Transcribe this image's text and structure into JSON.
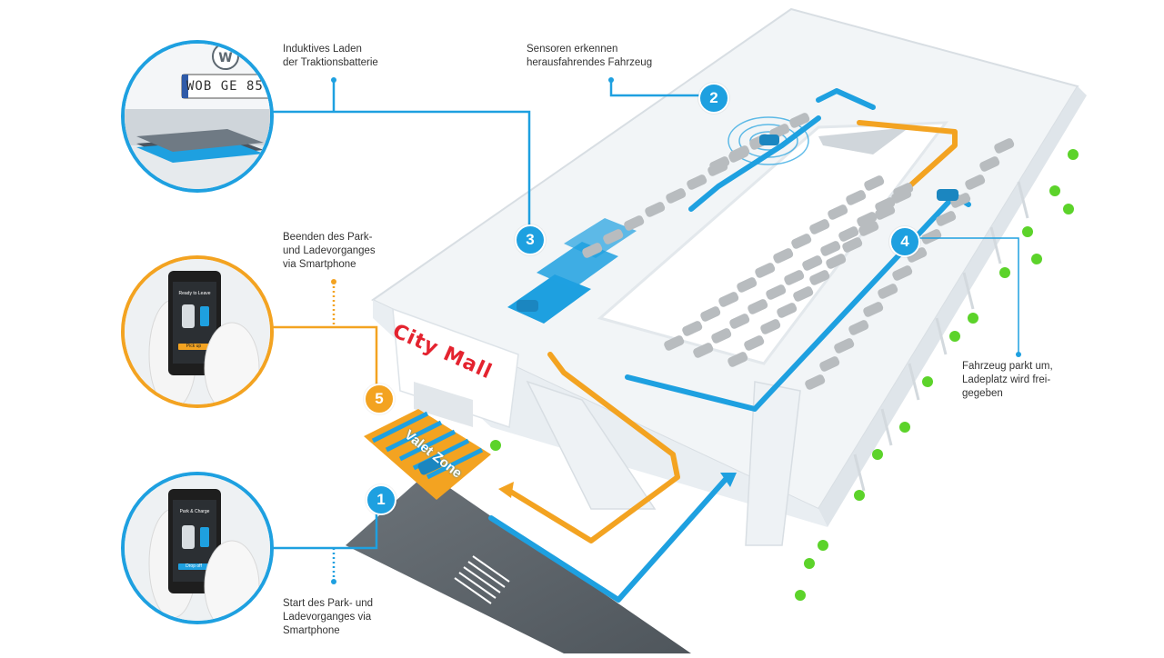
{
  "colors": {
    "blue": "#1ea0e0",
    "orange": "#f3a321",
    "mall_red": "#e4232f",
    "building": "#f2f5f7",
    "car": "#b8bcbf"
  },
  "steps": [
    {
      "number": "1",
      "text": "Start des Park- und\nLadevorganges via\nSmartphone",
      "color": "blue"
    },
    {
      "number": "2",
      "text": "Sensoren erkennen\nherausfahrendes Fahrzeug",
      "color": "blue"
    },
    {
      "number": "3",
      "text": "Induktives Laden\nder Traktionsbatterie",
      "color": "blue"
    },
    {
      "number": "4",
      "text": "Fahrzeug parkt um,\nLadeplatz wird frei-\ngegeben",
      "color": "blue"
    },
    {
      "number": "5",
      "text": "Beenden des Park-\nund Ladevorganges\nvia Smartphone",
      "color": "orange"
    }
  ],
  "mall_sign": "City Mall",
  "valet_zone": "Valet Zone",
  "license_plate": "WOB GE 85",
  "phone_top": {
    "title": "Ready to Leave",
    "button": "Pick up"
  },
  "phone_bottom": {
    "title": "Park & Charge",
    "button": "Drop off"
  }
}
